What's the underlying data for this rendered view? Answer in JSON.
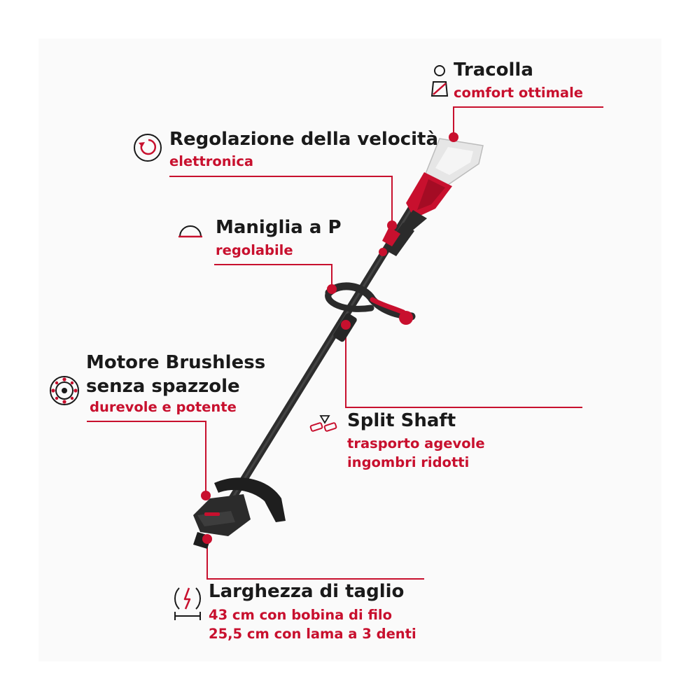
{
  "colors": {
    "accent": "#c8102e",
    "text": "#1a1a1a",
    "tool_dark": "#2b2b2b"
  },
  "product_image": {
    "icon": "brush-cutter-illustration"
  },
  "features": {
    "tracolla": {
      "icon": "person-strap-icon",
      "title": "Tracolla",
      "subtitle": "comfort ottimale"
    },
    "velocita": {
      "icon": "speed-dial-icon",
      "title": "Regolazione della velocità",
      "subtitle": "elettronica"
    },
    "maniglia": {
      "icon": "handle-arch-icon",
      "title": "Maniglia a P",
      "subtitle": "regolabile"
    },
    "motore": {
      "icon": "brushless-motor-icon",
      "title_line1": "Motore Brushless",
      "title_line2": "senza spazzole",
      "subtitle": "durevole e potente"
    },
    "split": {
      "icon": "split-shaft-icon",
      "title": "Split Shaft",
      "subtitle_line1": "trasporto agevole",
      "subtitle_line2": "ingombri ridotti"
    },
    "taglio": {
      "icon": "cutting-width-icon",
      "title": "Larghezza di taglio",
      "subtitle_line1": "43 cm con bobina di filo",
      "subtitle_line2": "25,5 cm con lama a 3 denti"
    }
  }
}
